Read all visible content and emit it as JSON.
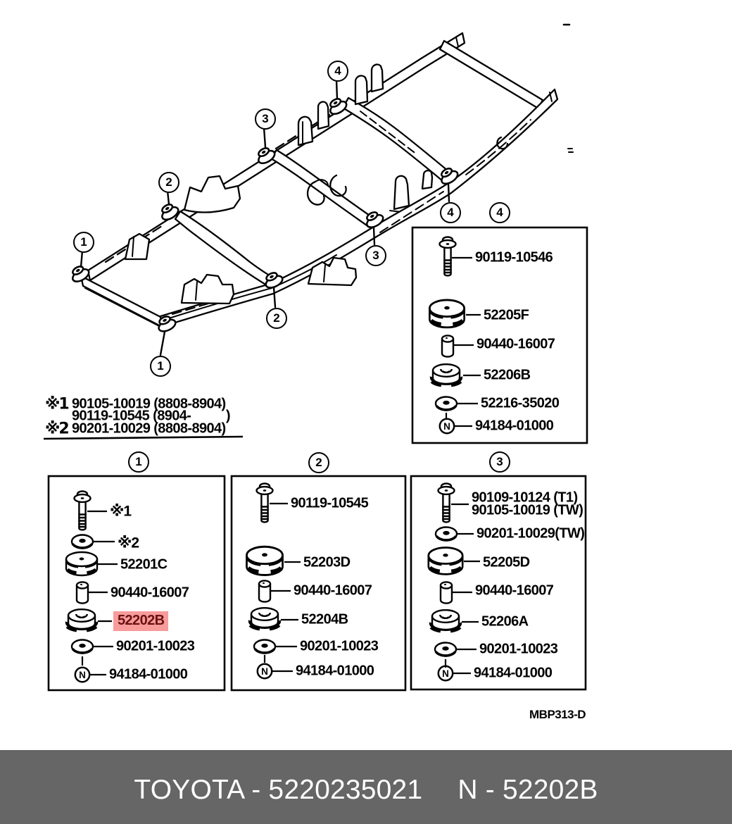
{
  "colors": {
    "line": "#000000",
    "background": "#ffffff",
    "footer_bg": "#666666",
    "footer_text": "#ffffff",
    "highlight_bg": "#f89b9b",
    "highlight_text": "#6b1111"
  },
  "callouts": {
    "c1": "1",
    "c2": "2",
    "c3": "3",
    "c4": "4"
  },
  "notes": {
    "rows": [
      {
        "marker": "※1",
        "text": "90105-10019 (8808-8904)"
      },
      {
        "marker": "",
        "text": "90119-10545 (8904-          )"
      },
      {
        "marker": "※2",
        "text": "90201-10029 (8808-8904)"
      }
    ]
  },
  "boxes": [
    {
      "callout": "1",
      "parts": [
        {
          "icon": "bolt",
          "label": "※1"
        },
        {
          "icon": "washer",
          "label": "※2"
        },
        {
          "icon": "cushion-upper",
          "label": "52201C"
        },
        {
          "icon": "collar",
          "label": "90440-16007"
        },
        {
          "icon": "cushion-lower",
          "label": "52202B",
          "highlighted": true
        },
        {
          "icon": "washer",
          "label": "90201-10023"
        },
        {
          "icon": "nut",
          "label": "94184-01000"
        }
      ]
    },
    {
      "callout": "2",
      "parts": [
        {
          "icon": "bolt",
          "label": "90119-10545"
        },
        {
          "icon": "cushion-upper",
          "label": "52203D"
        },
        {
          "icon": "collar",
          "label": "90440-16007"
        },
        {
          "icon": "cushion-lower",
          "label": "52204B"
        },
        {
          "icon": "washer",
          "label": "90201-10023"
        },
        {
          "icon": "nut",
          "label": "94184-01000"
        }
      ]
    },
    {
      "callout": "3",
      "parts": [
        {
          "icon": "bolt",
          "label": "90109-10124 (T1)",
          "label2": "90105-10019 (TW)"
        },
        {
          "icon": "washer",
          "label": "90201-10029(TW)"
        },
        {
          "icon": "cushion-upper",
          "label": "52205D"
        },
        {
          "icon": "collar",
          "label": "90440-16007"
        },
        {
          "icon": "cushion-lower",
          "label": "52206A"
        },
        {
          "icon": "washer",
          "label": "90201-10023"
        },
        {
          "icon": "nut",
          "label": "94184-01000"
        }
      ]
    },
    {
      "callout": "4",
      "parts": [
        {
          "icon": "bolt",
          "label": "90119-10546"
        },
        {
          "icon": "cushion-upper",
          "label": "52205F"
        },
        {
          "icon": "collar",
          "label": "90440-16007"
        },
        {
          "icon": "cushion-lower",
          "label": "52206B"
        },
        {
          "icon": "washer",
          "label": "52216-35020"
        },
        {
          "icon": "nut",
          "label": "94184-01000"
        }
      ]
    }
  ],
  "icons": {
    "nut_letter": "N"
  },
  "diagram_code": "MBP313-D",
  "footer": {
    "brand_part": "TOYOTA - 5220235021",
    "number": "N - 52202B"
  }
}
